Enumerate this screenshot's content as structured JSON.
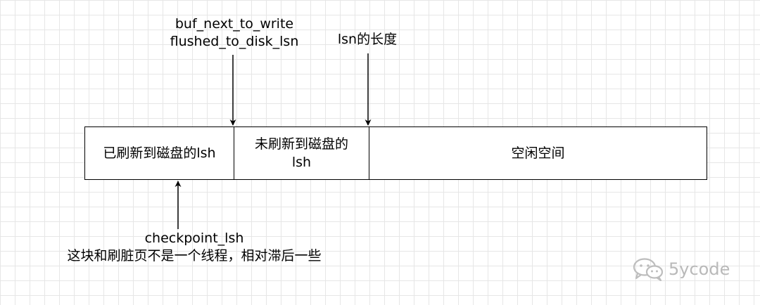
{
  "segments": [
    {
      "lines": [
        "已刷新到磁盘的lsh"
      ]
    },
    {
      "lines": [
        "未刷新到磁盘的",
        "lsh"
      ]
    },
    {
      "lines": [
        "空闲空间"
      ]
    }
  ],
  "labels": {
    "top": {
      "lines": [
        "buf_next_to_write",
        "flushed_to_disk_lsn"
      ]
    },
    "length": "lsn的长度",
    "checkpoint": {
      "lines": [
        "checkpoint_lsh",
        "这块和刷脏页不是一个线程，相对滞后一些"
      ]
    }
  },
  "watermark": {
    "text": "5ycode",
    "icon": "wechat-icon"
  }
}
